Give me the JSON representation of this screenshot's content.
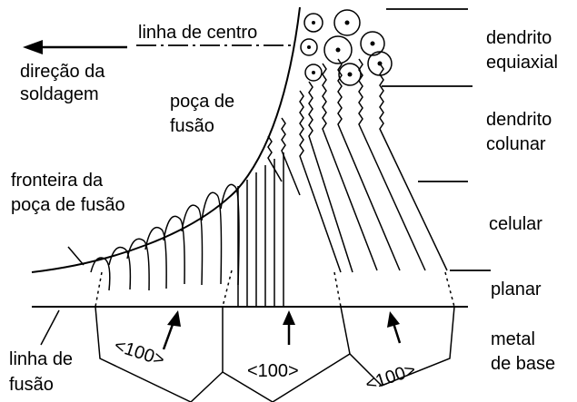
{
  "labels": {
    "center_line": "linha de centro",
    "weld_direction_1": "direção da",
    "weld_direction_2": "soldagem",
    "pool_1": "poça de",
    "pool_2": "fusão",
    "boundary_1": "fronteira da",
    "boundary_2": "poça de fusão",
    "fusion_line_1": "linha de",
    "fusion_line_2": "fusão",
    "zone_equiaxed_1": "dendrito",
    "zone_equiaxed_2": "equiaxial",
    "zone_columnar_1": "dendrito",
    "zone_columnar_2": "colunar",
    "zone_cellular": "celular",
    "zone_planar": "planar",
    "zone_base_1": "metal",
    "zone_base_2": "de base",
    "orientation": "<100>"
  },
  "colors": {
    "ink": "#000000",
    "background": "#ffffff"
  }
}
